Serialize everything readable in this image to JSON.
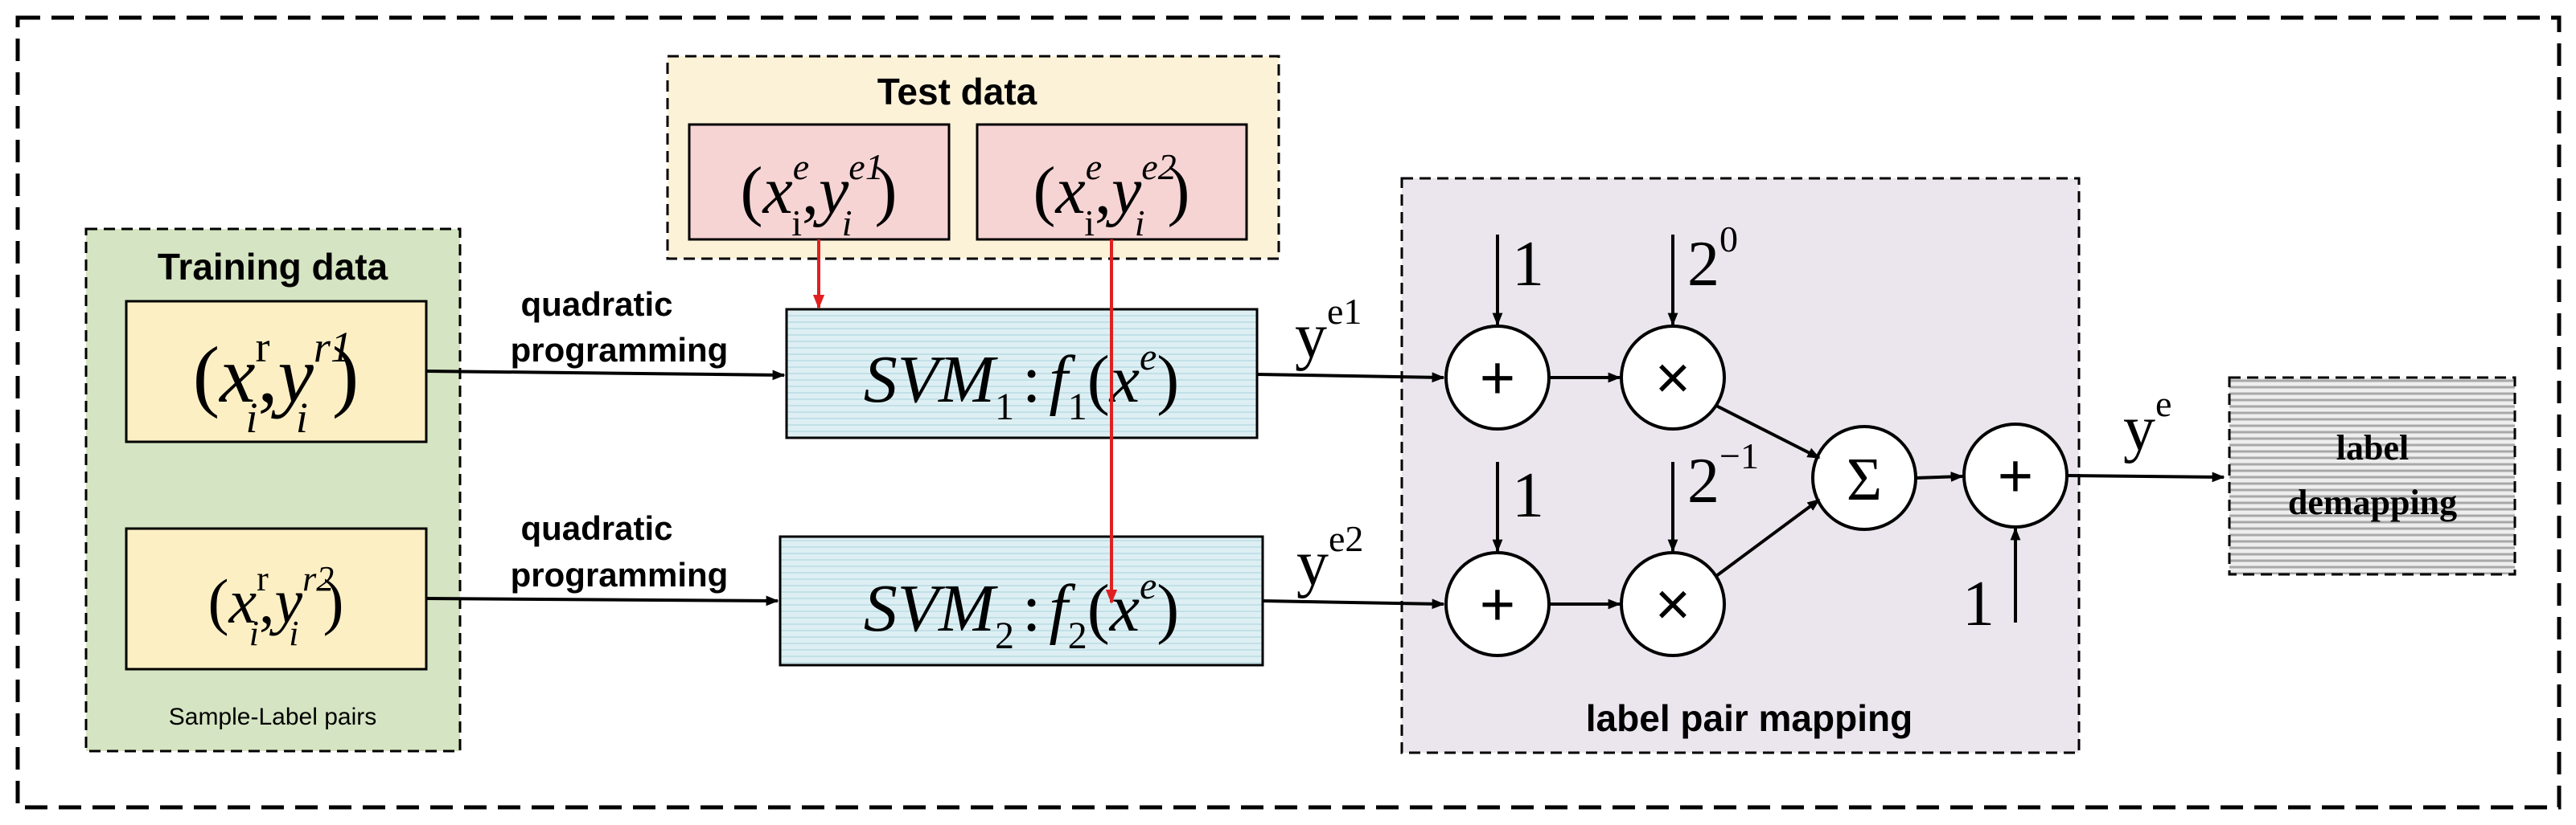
{
  "training": {
    "title": "Training data",
    "caption": "Sample-Label pairs",
    "pair1": {
      "x": "x",
      "x_sup": "r",
      "x_sub": "i",
      "y": "y",
      "y_sup": "r1",
      "y_sub": "i"
    },
    "pair2": {
      "x": "x",
      "x_sup": "r",
      "x_sub": "i",
      "y": "y",
      "y_sup": "r2",
      "y_sub": "i"
    }
  },
  "test": {
    "title": "Test data",
    "pair1": {
      "x": "x",
      "x_sup": "e",
      "x_sub": "i",
      "y": "y",
      "y_sup": "e1",
      "y_sub": "i"
    },
    "pair2": {
      "x": "x",
      "x_sup": "e",
      "x_sub": "i",
      "y": "y",
      "y_sup": "e2",
      "y_sub": "i"
    }
  },
  "arrows": {
    "qp1_line1": "quadratic",
    "qp1_line2": "programming",
    "qp2_line1": "quadratic",
    "qp2_line2": "programming"
  },
  "svm1": {
    "name": "SVM",
    "sub": "1",
    "colon": ":",
    "f": "f",
    "fsub": "1",
    "arg": "x",
    "argsup": "e"
  },
  "svm2": {
    "name": "SVM",
    "sub": "2",
    "colon": ":",
    "f": "f",
    "fsub": "2",
    "arg": "x",
    "argsup": "e"
  },
  "outputs": {
    "y1": "y",
    "y1_sup": "e1",
    "y2": "y",
    "y2_sup": "e2",
    "ye": "y",
    "ye_sup": "e"
  },
  "mapping": {
    "title": "label pair mapping",
    "plus_symbol": "+",
    "times_symbol": "×",
    "sum_symbol": "Σ",
    "one_top": "1",
    "one_bottom": "1",
    "one_final": "1",
    "pow1_base": "2",
    "pow1_exp": "0",
    "pow2_base": "2",
    "pow2_exp": "−1"
  },
  "demap": {
    "line1": "label",
    "line2": "demapping"
  },
  "colors": {
    "training_bg": "#d5e4c2",
    "test_bg": "#fbf2d8",
    "pair_bg": "#fdefc4",
    "test_pair_bg": "#f7d4d4",
    "svm_bg": "#ddeff3",
    "mapping_bg": "#ebe6ee",
    "red_arrow": "#e02020"
  }
}
